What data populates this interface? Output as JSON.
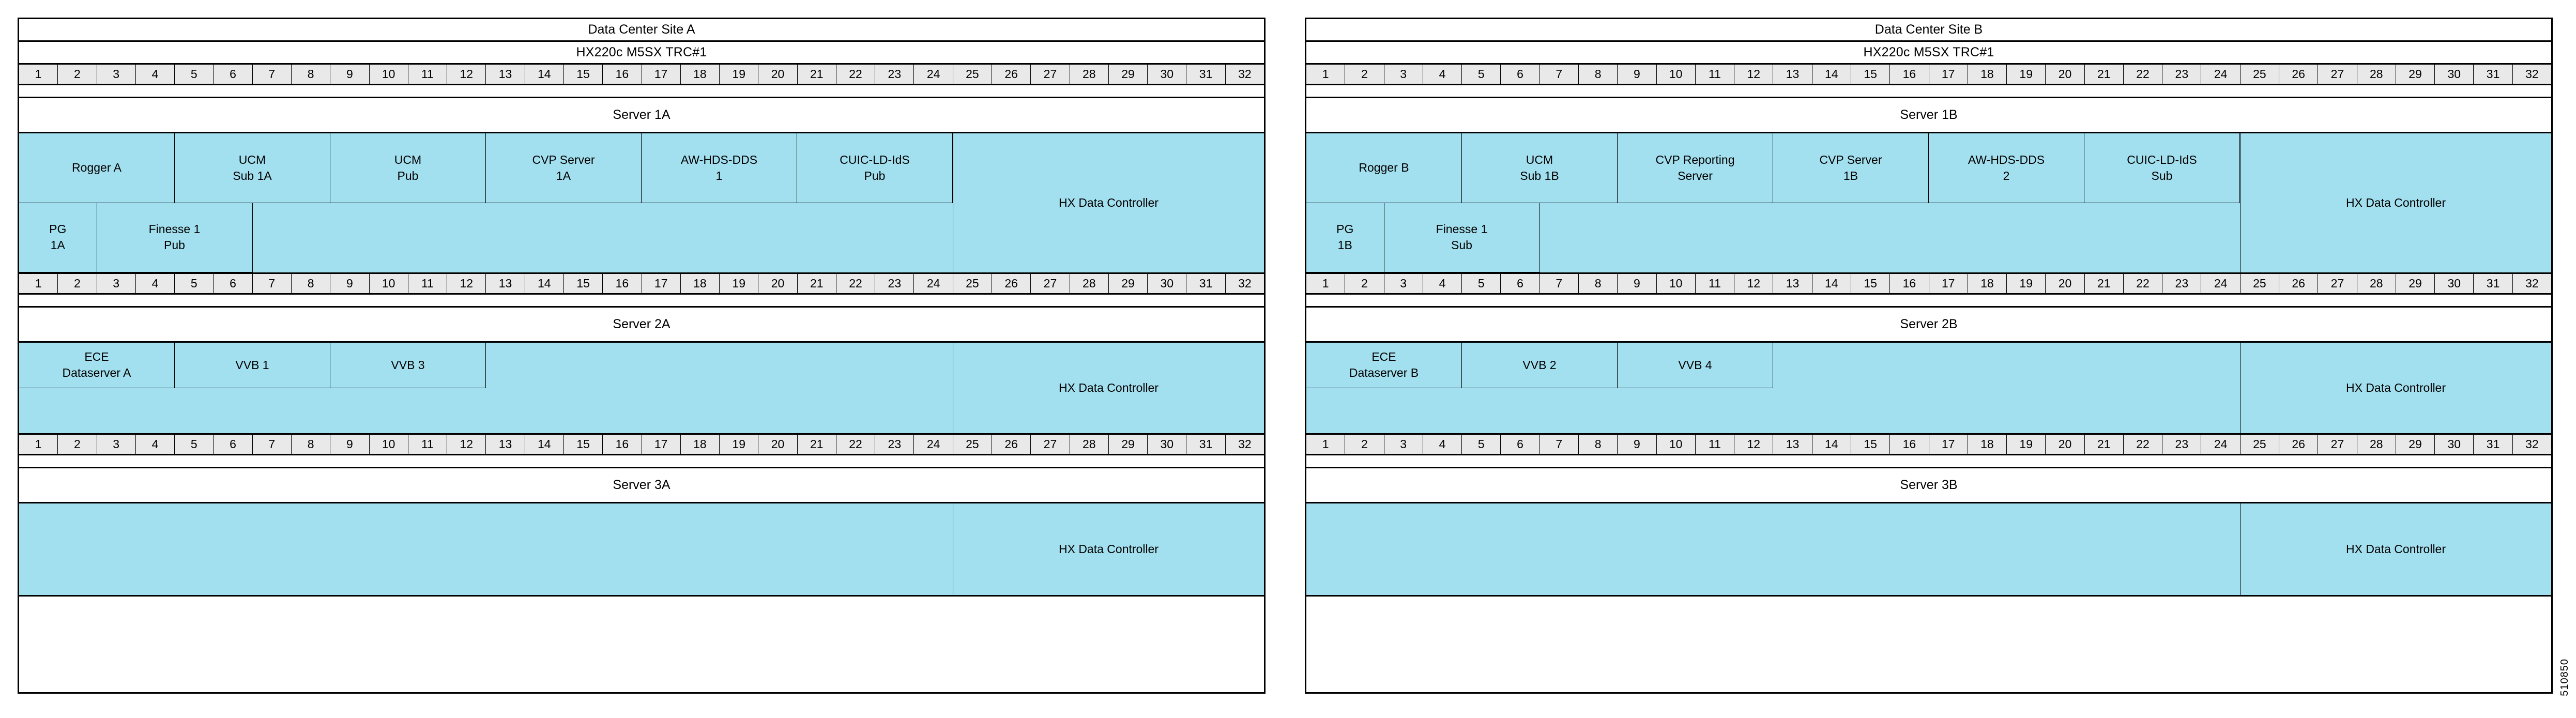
{
  "watermark": "510850",
  "colors": {
    "vm_fill": "#a3e0ef",
    "slot_fill": "#e9e9e9",
    "line": "#000000",
    "background": "#ffffff"
  },
  "slot_numbers": [
    "1",
    "2",
    "3",
    "4",
    "5",
    "6",
    "7",
    "8",
    "9",
    "10",
    "11",
    "12",
    "13",
    "14",
    "15",
    "16",
    "17",
    "18",
    "19",
    "20",
    "21",
    "22",
    "23",
    "24",
    "25",
    "26",
    "27",
    "28",
    "29",
    "30",
    "31",
    "32"
  ],
  "sites": [
    {
      "id": "site-a",
      "title": "Data Center Site A",
      "model": "HX220c M5SX  TRC#1",
      "servers": [
        {
          "name": "Server 1A",
          "rows": [
            [
              {
                "label": "Rogger A",
                "start": 1,
                "span": 4
              },
              {
                "label": "UCM\nSub 1A",
                "start": 5,
                "span": 4
              },
              {
                "label": "UCM\nPub",
                "start": 9,
                "span": 4
              },
              {
                "label": "CVP Server\n1A",
                "start": 13,
                "span": 4
              },
              {
                "label": "AW-HDS-DDS\n1",
                "start": 17,
                "span": 4
              },
              {
                "label": "CUIC-LD-IdS\nPub",
                "start": 21,
                "span": 4
              }
            ],
            [
              {
                "label": "PG\n1A",
                "start": 1,
                "span": 2
              },
              {
                "label": "Finesse 1\nPub",
                "start": 3,
                "span": 4
              }
            ]
          ],
          "hx": {
            "label": "HX Data Controller",
            "start": 25,
            "span": 8
          }
        },
        {
          "name": "Server 2A",
          "rows": [
            [
              {
                "label": "ECE\nDataserver A",
                "start": 1,
                "span": 4
              },
              {
                "label": "VVB 1",
                "start": 5,
                "span": 4
              },
              {
                "label": "VVB 3",
                "start": 9,
                "span": 4
              }
            ],
            []
          ],
          "hx": {
            "label": "HX Data Controller",
            "start": 25,
            "span": 8
          }
        },
        {
          "name": "Server 3A",
          "rows": [
            [],
            []
          ],
          "hx": {
            "label": "HX Data Controller",
            "start": 25,
            "span": 8
          }
        }
      ]
    },
    {
      "id": "site-b",
      "title": "Data Center Site B",
      "model": "HX220c M5SX  TRC#1",
      "servers": [
        {
          "name": "Server 1B",
          "rows": [
            [
              {
                "label": "Rogger B",
                "start": 1,
                "span": 4
              },
              {
                "label": "UCM\nSub 1B",
                "start": 5,
                "span": 4
              },
              {
                "label": "CVP Reporting\nServer",
                "start": 9,
                "span": 4
              },
              {
                "label": "CVP Server\n1B",
                "start": 13,
                "span": 4
              },
              {
                "label": "AW-HDS-DDS\n2",
                "start": 17,
                "span": 4
              },
              {
                "label": "CUIC-LD-IdS\nSub",
                "start": 21,
                "span": 4
              }
            ],
            [
              {
                "label": "PG\n1B",
                "start": 1,
                "span": 2
              },
              {
                "label": "Finesse 1\nSub",
                "start": 3,
                "span": 4
              }
            ]
          ],
          "hx": {
            "label": "HX Data Controller",
            "start": 25,
            "span": 8
          }
        },
        {
          "name": "Server 2B",
          "rows": [
            [
              {
                "label": "ECE\nDataserver B",
                "start": 1,
                "span": 4
              },
              {
                "label": "VVB 2",
                "start": 5,
                "span": 4
              },
              {
                "label": "VVB 4",
                "start": 9,
                "span": 4
              }
            ],
            []
          ],
          "hx": {
            "label": "HX Data Controller",
            "start": 25,
            "span": 8
          }
        },
        {
          "name": "Server 3B",
          "rows": [
            [],
            []
          ],
          "hx": {
            "label": "HX Data Controller",
            "start": 25,
            "span": 8
          }
        }
      ]
    }
  ]
}
